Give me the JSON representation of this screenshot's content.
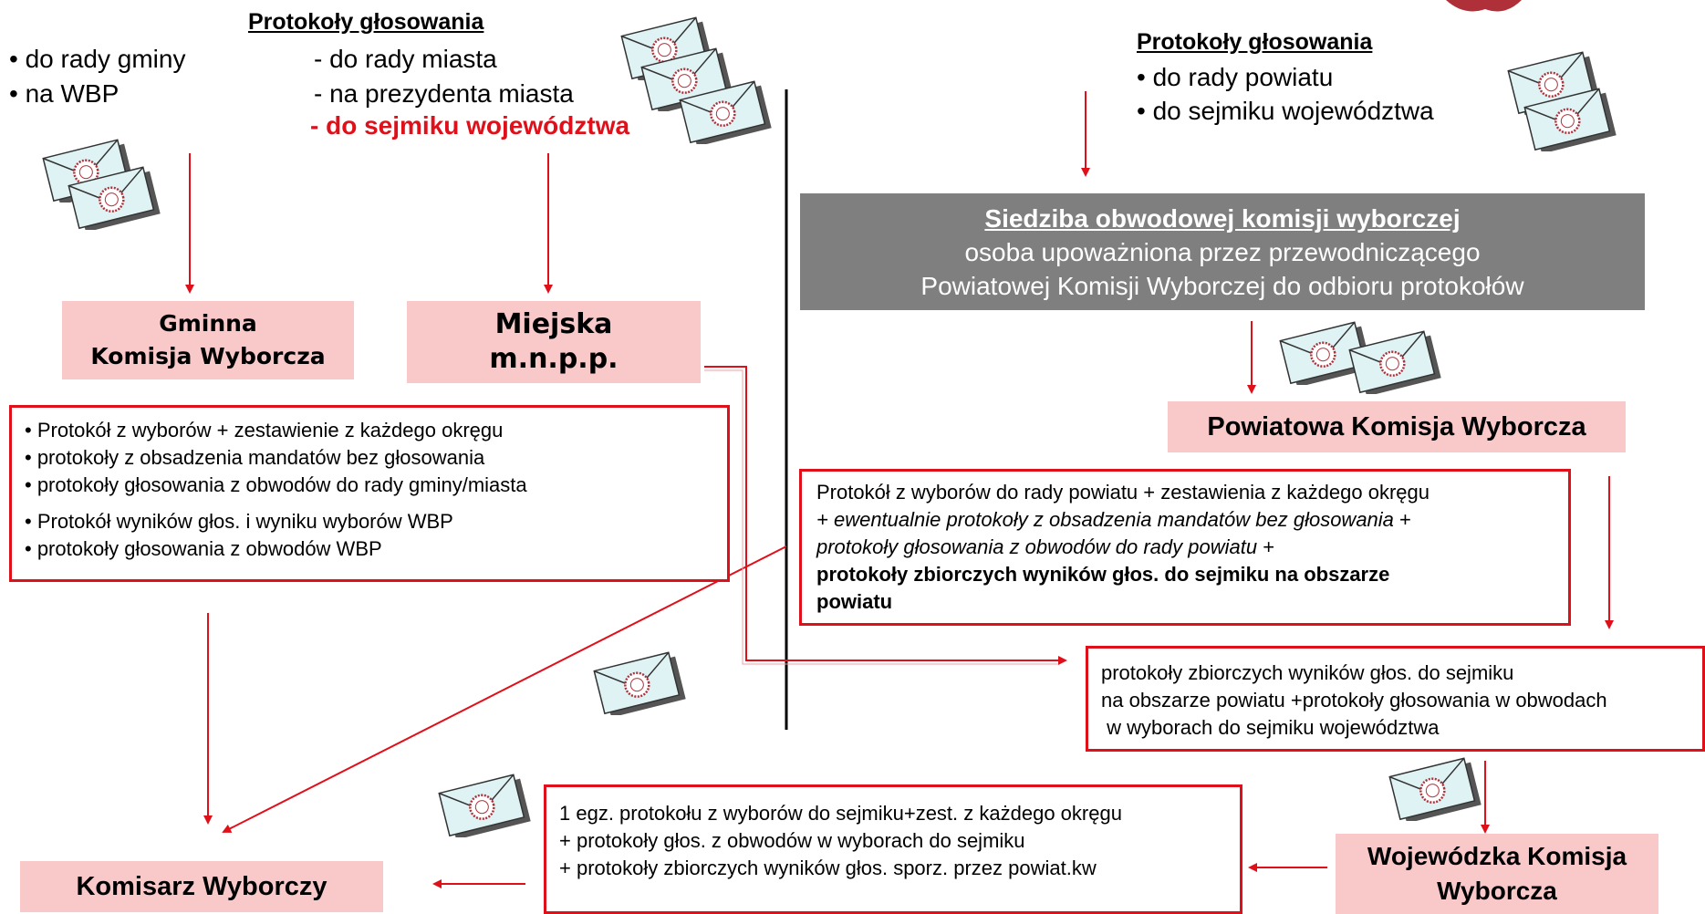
{
  "top_left": {
    "title": "Protokoły głosowania",
    "col1": [
      "• do rady gminy",
      "• na WBP"
    ],
    "col2": [
      "- do rady miasta",
      "- na prezydenta miasta"
    ],
    "highlight": "- do sejmiku województwa"
  },
  "top_right": {
    "title": "Protokoły głosowania",
    "items": [
      "• do rady powiatu",
      "• do sejmiku województwa"
    ]
  },
  "gminna": {
    "line1": "Gminna",
    "line2": "Komisja Wyborcza"
  },
  "miejska": {
    "line1": "Miejska",
    "line2": "m.n.p.p."
  },
  "left_box": {
    "lines_a": [
      "• Protokół z wyborów + zestawienie z każdego okręgu",
      "• protokoły z obsadzenia mandatów bez głosowania",
      "• protokoły głosowania z obwodów do rady gminy/miasta"
    ],
    "lines_b": [
      "• Protokół wyników głos. i wyniku wyborów WBP",
      "• protokoły głosowania z obwodów WBP"
    ]
  },
  "siedziba": {
    "title": "Siedziba obwodowej komisji wyborczej",
    "line2": "osoba upoważniona przez przewodniczącego",
    "line3": "Powiatowej Komisji Wyborczej do odbioru protokołów"
  },
  "powiatowa": {
    "label": "Powiatowa Komisja Wyborcza"
  },
  "powiat_box": {
    "line1": "Protokół z wyborów do rady powiatu + zestawienia z każdego okręgu",
    "line2": "+ ewentualnie protokoły z obsadzenia mandatów bez głosowania",
    "line2_tail": " +",
    "line3": "protokoły głosowania z obwodów do rady powiatu",
    "line3_tail": " +",
    "line4": "protokoły zbiorczych wyników głos. do sejmiku na obszarze",
    "line5": "powiatu"
  },
  "sejmik_box": {
    "line1": "protokoły zbiorczych wyników głos. do sejmiku",
    "line2": "na obszarze powiatu +protokoły głosowania w obwodach",
    "line3": " w wyborach do sejmiku województwa"
  },
  "bottom_box": {
    "line1": "1 egz. protokołu z wyborów do sejmiku+zest. z każdego okręgu",
    "line2": "+ protokoły głos. z obwodów w wyborach do sejmiku",
    "line3": "+ protokoły zbiorczych wyników głos. sporz. przez powiat.kw"
  },
  "wojewodzka": {
    "line1": "Wojewódzka Komisja",
    "line2": "Wyborcza"
  },
  "komisarz": {
    "label": "Komisarz Wyborczy"
  },
  "colors": {
    "red": "#e0101a",
    "pink": "#f9c9ca",
    "gray": "#7f7f7f",
    "envelope": "#dff2f4",
    "seal": "#b0303a"
  },
  "icons": {
    "envelope": "sealed-envelope-icon"
  }
}
